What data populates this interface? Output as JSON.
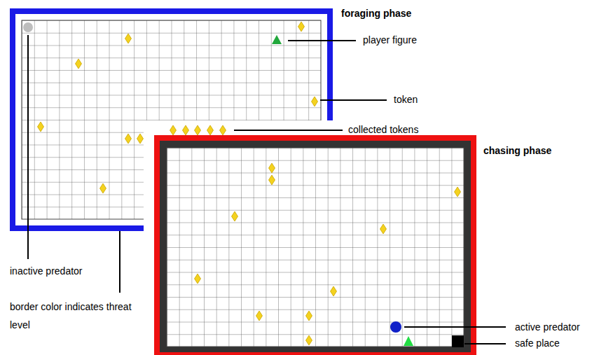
{
  "diagram": {
    "labels": [
      "foraging phase",
      "player figure",
      "token",
      "collected tokens",
      "chasing phase",
      "inactive predator",
      "border color indicates threat level",
      "active predator",
      "safe place"
    ]
  }
}
